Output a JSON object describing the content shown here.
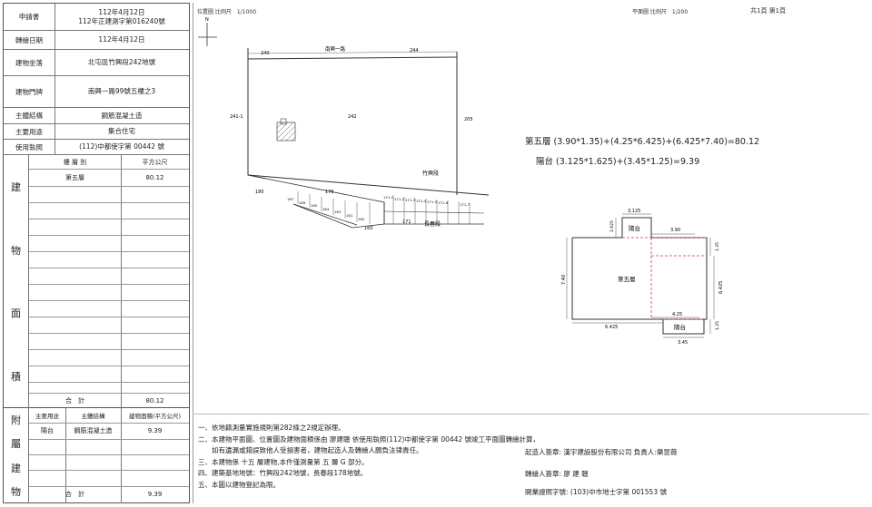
{
  "left_table": {
    "applicant_label": "申請書",
    "applicant_date": "112年4月12日",
    "applicant_no": "112年正建測字第016240號",
    "transfer_label": "轉繪日期",
    "transfer_date": "112年4月12日",
    "location_label": "建物坐落",
    "location_value": "北屯區竹興段242地號",
    "door_label": "建物門牌",
    "door_value": "南興一路99號五樓之3",
    "structure_label": "主體結構",
    "structure_value": "鋼筋混凝土造",
    "use_label": "主要用途",
    "use_value": "集合住宅",
    "permit_label": "使用執照",
    "permit_value": "(112)中都使字第 00442 號",
    "area_section": [
      "建",
      "物",
      "面",
      "積"
    ],
    "floor_header": "樓 層 別",
    "area_header": "平方公尺",
    "floor_rows": [
      {
        "floor": "第五層",
        "area": "80.12"
      }
    ],
    "total_label": "合　計",
    "total_value": "80.12",
    "annex_section": [
      "附",
      "屬",
      "建",
      "物"
    ],
    "annex_headers": [
      "主要用途",
      "主體結構",
      "建物面積(平方公尺)"
    ],
    "annex_rows": [
      {
        "use": "陽台",
        "structure": "鋼筋混凝土造",
        "area": "9.39"
      }
    ],
    "annex_total_label": "合　計",
    "annex_total_value": "9.39"
  },
  "header": {
    "location_plan": "位置圖 比例尺　1/1000",
    "floor_plan": "平面圖 比例尺　1/200",
    "page_info": "共1頁 第1頁"
  },
  "site_plan": {
    "north": "N",
    "road_top": "南興一路",
    "lot_240": "240",
    "lot_244": "244",
    "lot_241_1": "241-1",
    "lot_242": "242",
    "lot_205": "205",
    "section_name": "竹興段",
    "lot_180": "180",
    "lot_176": "176",
    "road_bottom": "長春段",
    "lot_171": "171",
    "lot_160": "160",
    "small_lots": [
      "167",
      "169",
      "165",
      "164",
      "163",
      "161",
      "162"
    ],
    "right_lots": [
      "171-1",
      "171-2",
      "171-3",
      "171-4",
      "171-5",
      "171-6",
      "171-7"
    ]
  },
  "formulas": {
    "fifth_floor": "第五層 (3.90*1.35)+(4.25*6.425)+(6.425*7.40)=80.12",
    "balcony": "陽台 (3.125*1.625)+(3.45*1.25)=9.39"
  },
  "floor_plan": {
    "balcony_top": "陽台",
    "balcony_bottom": "陽台",
    "fifth_floor": "第五層",
    "dim_3125": "3.125",
    "dim_1625": "1.625",
    "dim_390": "3.90",
    "dim_135": "1.35",
    "dim_740": "7.40",
    "dim_6425_v": "6.425",
    "dim_425": "4.25",
    "dim_6425_h": "6.425",
    "dim_125": "1.25",
    "dim_345": "3.45"
  },
  "notes": [
    "一、依地籍測量實施規則第282條之2規定辦理。",
    "二、本建物平面圖、位置圖及建物面積係由 廖建聰 依使用執照(112)中都使字第 00442 號竣工平面圖轉繪計算，",
    "　　如有遺漏或錯誤致他人受損害者，建物起造人及轉繪人願負法律責任。",
    "三、本建物係 十五 層建物,本件僅測量第 五 層 G 部分。",
    "四、建築基地地號：竹興段242地號，長春段178地號。",
    "五、本圖以建物登記為限。"
  ],
  "signatures": {
    "builder": "起造人簽章: 漢宇建設股份有限公司 負責人:樂昱薇",
    "drafter": "轉繪人簽章: 廖 建 聰",
    "license": "開業證照字號: (103)中市地士字第 001553 號"
  }
}
